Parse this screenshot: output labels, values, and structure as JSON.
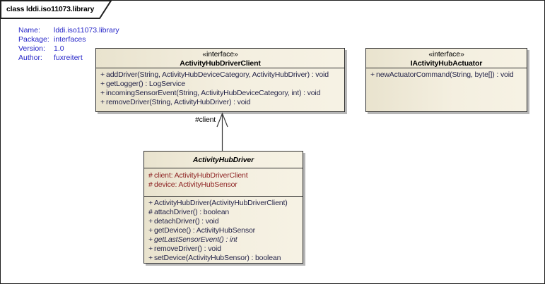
{
  "diagram": {
    "tab_title": "class lddi.iso11073.library"
  },
  "properties": [
    {
      "label": "Name:",
      "value": "lddi.iso11073.library"
    },
    {
      "label": "Package:",
      "value": "interfaces"
    },
    {
      "label": "Version:",
      "value": "1.0"
    },
    {
      "label": "Author:",
      "value": "fuxreitert"
    }
  ],
  "classes": {
    "driver_client": {
      "stereotype": "«interface»",
      "name": "ActivityHubDriverClient",
      "operations": [
        {
          "vis": "+",
          "text": "addDriver(String, ActivityHubDeviceCategory, ActivityHubDriver) : void"
        },
        {
          "vis": "+",
          "text": "getLogger() : LogService"
        },
        {
          "vis": "+",
          "text": "incomingSensorEvent(String, ActivityHubDeviceCategory, int) : void"
        },
        {
          "vis": "+",
          "text": "removeDriver(String, ActivityHubDriver) : void"
        }
      ]
    },
    "actuator": {
      "stereotype": "«interface»",
      "name": "IActivityHubActuator",
      "operations": [
        {
          "vis": "+",
          "text": "newActuatorCommand(String, byte[]) : void"
        }
      ]
    },
    "driver": {
      "name": "ActivityHubDriver",
      "attributes": [
        {
          "vis": "#",
          "text": "client:  ActivityHubDriverClient"
        },
        {
          "vis": "#",
          "text": "device:  ActivityHubSensor"
        }
      ],
      "operations": [
        {
          "vis": "+",
          "text": "ActivityHubDriver(ActivityHubDriverClient)"
        },
        {
          "vis": "#",
          "text": "attachDriver() : boolean"
        },
        {
          "vis": "+",
          "text": "detachDriver() : void"
        },
        {
          "vis": "+",
          "text": "getDevice() : ActivityHubSensor"
        },
        {
          "vis": "+",
          "text": "getLastSensorEvent() : int"
        },
        {
          "vis": "+",
          "text": "removeDriver() : void"
        },
        {
          "vis": "+",
          "text": "setDevice(ActivityHubSensor) : boolean"
        }
      ]
    }
  },
  "connector": {
    "label": "#client",
    "type": "association-arrow"
  },
  "colors": {
    "box_fill_left": "#E9E3CE",
    "box_fill_right": "#F6F2E4",
    "box_border": "#2E2E2E",
    "box_shadow": "#B6B6B6",
    "operation_text": "#26264A",
    "attribute_text": "#8E2424",
    "property_text": "#2525C8",
    "title_text": "#000000",
    "frame_border": "#1F1F1F",
    "connector_line": "#3A3A3A"
  }
}
